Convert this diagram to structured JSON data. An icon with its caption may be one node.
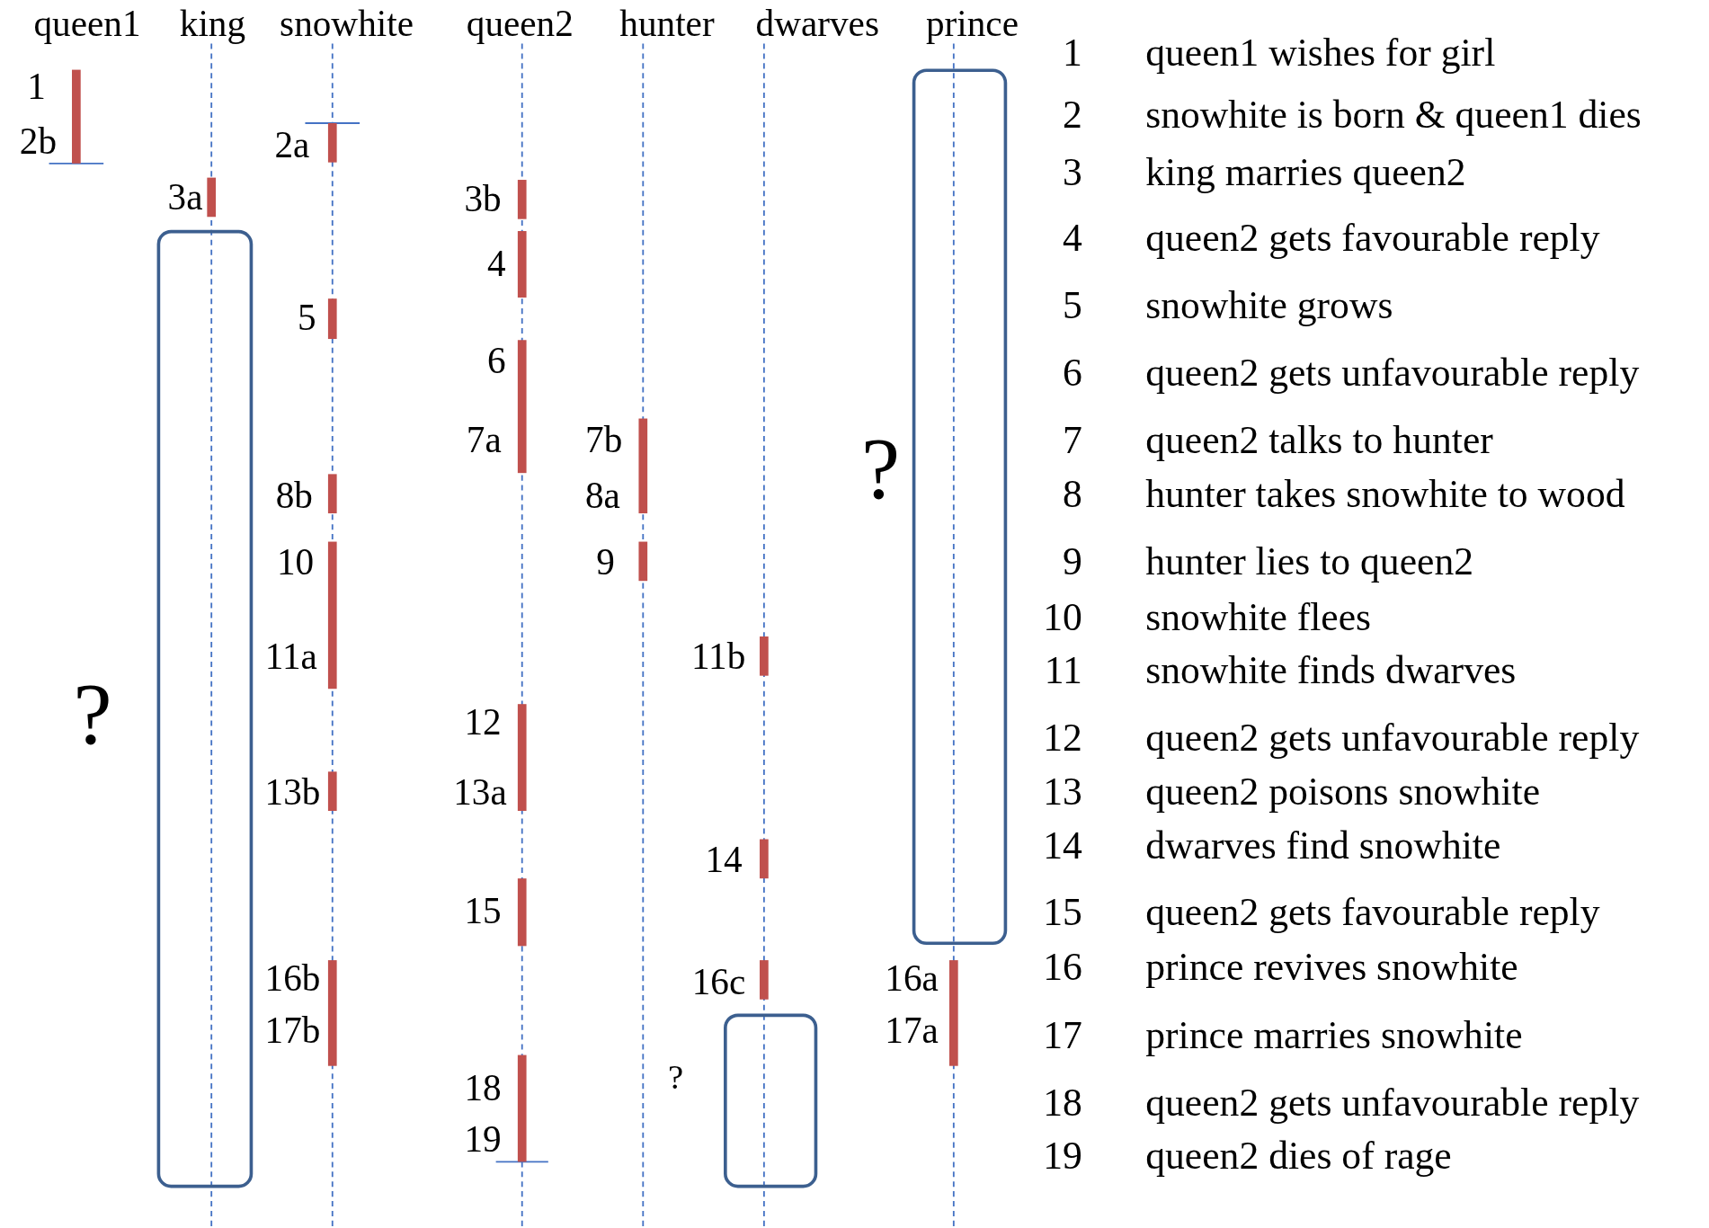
{
  "diagram": {
    "nodes": [
      {
        "text": [],
        "shape": "box",
        "beside": [
          "?"
        ]
      },
      {
        "text": [],
        "shape": "box",
        "beside": [
          "?"
        ]
      },
      {
        "text": [],
        "shape": "box",
        "beside": [
          "?"
        ]
      }
    ],
    "labels": [
      "queen1",
      "king",
      "snowhite",
      "queen2",
      "hunter",
      "dwarves",
      "prince",
      "1",
      "2b",
      "3a",
      "2a",
      "5",
      "8b",
      "10",
      "11a",
      "13b",
      "16b",
      "17b",
      "3b",
      "4",
      "6",
      "7a",
      "12",
      "13a",
      "15",
      "18",
      "19",
      "7b",
      "8a",
      "9",
      "11b",
      "14",
      "16c",
      "16a",
      "17a",
      "1",
      "queen1 wishes for girl",
      "2",
      "snowhite is born & queen1 dies",
      "3",
      "king marries queen2",
      "4",
      "queen2 gets favourable reply",
      "5",
      "snowhite grows",
      "6",
      "queen2 gets unfavourable reply",
      "7",
      "queen2 talks to hunter",
      "8",
      "hunter takes snowhite to wood",
      "9",
      "hunter lies to queen2",
      "10",
      "snowhite flees",
      "11",
      "snowhite finds dwarves",
      "12",
      "queen2 gets unfavourable reply",
      "13",
      "queen2 poisons snowhite",
      "14",
      "dwarves find snowhite",
      "15",
      "queen2 gets favourable reply",
      "16",
      "prince revives snowhite",
      "17",
      "prince marries snowhite",
      "18",
      "queen2 gets unfavourable reply",
      "19",
      "queen2 dies of rage"
    ]
  }
}
